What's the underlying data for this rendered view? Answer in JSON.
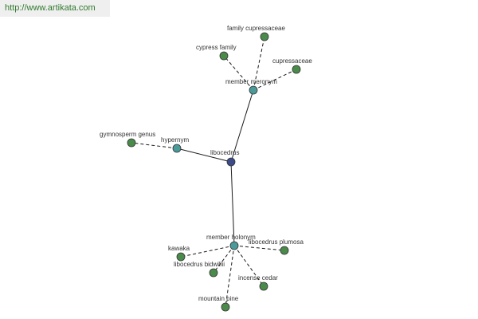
{
  "site": {
    "url_text": "http://www.artikata.com"
  },
  "colors": {
    "root": "#3b4a8a",
    "relation": "#4a9a9a",
    "leaf": "#4a8a4a"
  },
  "graph": {
    "root": {
      "id": "libocedrus",
      "label": "libocedrus"
    },
    "relations": [
      {
        "id": "member-meronym",
        "label": "member meronym"
      },
      {
        "id": "hypernym",
        "label": "hypernym"
      },
      {
        "id": "member-holonym",
        "label": "member holonym"
      }
    ],
    "leaves": [
      {
        "id": "family-cupressaceae",
        "label": "family cupressaceae",
        "parent": "member-meronym"
      },
      {
        "id": "cypress-family",
        "label": "cypress family",
        "parent": "member-meronym"
      },
      {
        "id": "cupressaceae",
        "label": "cupressaceae",
        "parent": "member-meronym"
      },
      {
        "id": "gymnosperm-genus",
        "label": "gymnosperm genus",
        "parent": "hypernym"
      },
      {
        "id": "kawaka",
        "label": "kawaka",
        "parent": "member-holonym"
      },
      {
        "id": "libocedrus-plumosa",
        "label": "libocedrus plumosa",
        "parent": "member-holonym"
      },
      {
        "id": "libocedrus-bidwillii",
        "label": "libocedrus bidwillii",
        "parent": "member-holonym"
      },
      {
        "id": "incense-cedar",
        "label": "incense cedar",
        "parent": "member-holonym"
      },
      {
        "id": "mountain-pine",
        "label": "mountain pine",
        "parent": "member-holonym"
      }
    ]
  }
}
